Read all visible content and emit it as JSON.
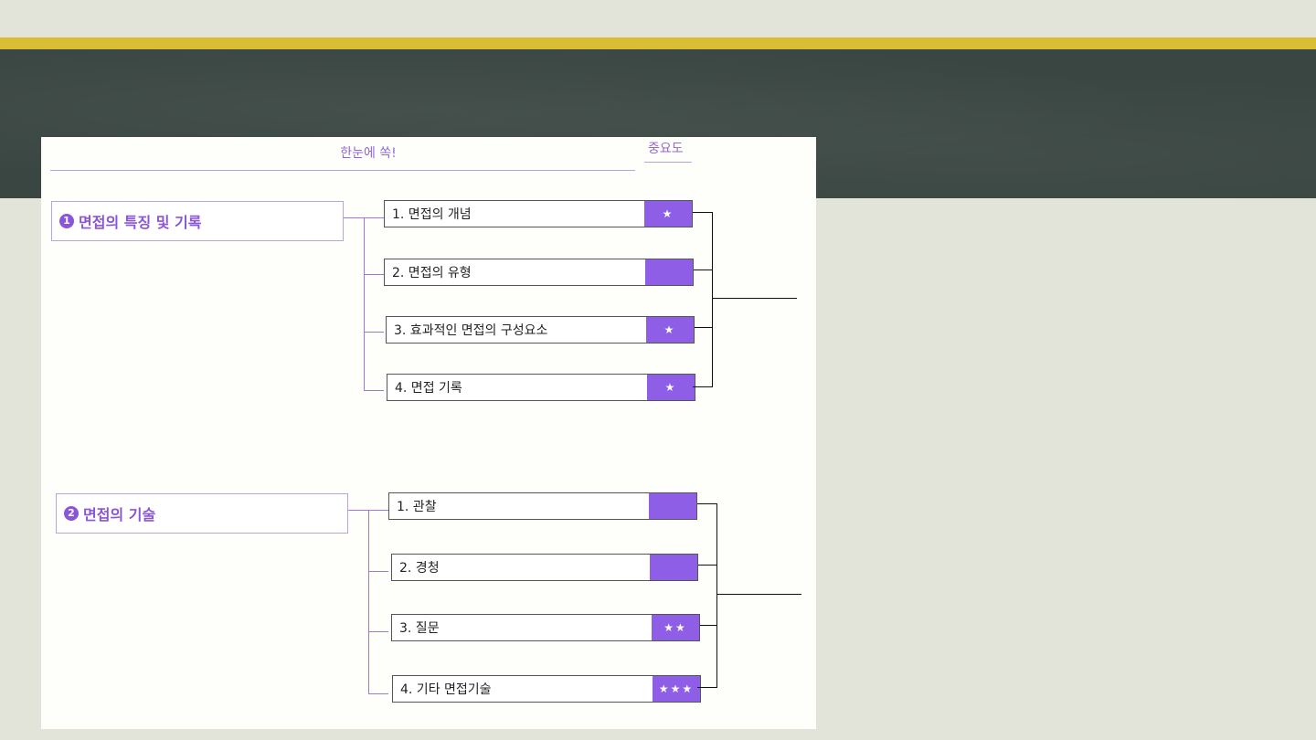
{
  "header": {
    "title": "한눈에 쏙!",
    "importance_label": "중요도"
  },
  "sections": [
    {
      "number": "1",
      "title": "면접의 특징 및 기록",
      "items": [
        {
          "label": "1. 면접의 개념",
          "stars": "★"
        },
        {
          "label": "2. 면접의 유형",
          "stars": ""
        },
        {
          "label": "3. 효과적인 면접의 구성요소",
          "stars": "★"
        },
        {
          "label": "4. 면접 기록",
          "stars": "★"
        }
      ]
    },
    {
      "number": "2",
      "title": "면접의 기술",
      "items": [
        {
          "label": "1. 관찰",
          "stars": ""
        },
        {
          "label": "2. 경청",
          "stars": ""
        },
        {
          "label": "3. 질문",
          "stars": "★★"
        },
        {
          "label": "4. 기타 면접기술",
          "stars": "★★★"
        }
      ]
    }
  ]
}
